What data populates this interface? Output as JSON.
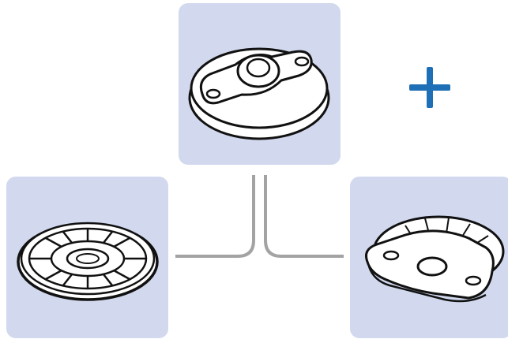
{
  "diagram": {
    "components": [
      {
        "id": "top",
        "label": "",
        "icon": "flanged-suction-cup-icon"
      },
      {
        "id": "left",
        "label": "",
        "icon": "ribbed-disc-underside-icon"
      },
      {
        "id": "right",
        "label": "",
        "icon": "disc-side-view-icon"
      }
    ],
    "operator_icon": "plus-icon",
    "connector_icon": "split-connector-lines",
    "colors": {
      "tile_background": "#d2d9ee",
      "connector": "#a3a3a3",
      "plus": "#1f6fb6",
      "outline": "#111111",
      "part_fill": "#ffffff"
    }
  }
}
